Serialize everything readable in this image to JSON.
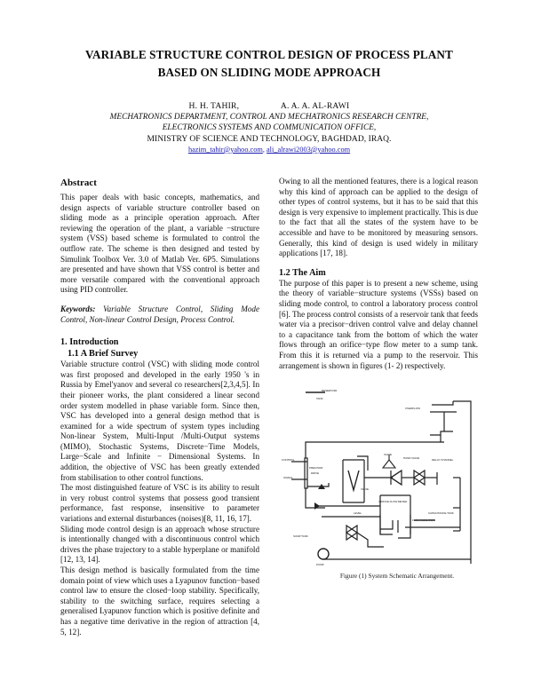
{
  "document": {
    "title": "VARIABLE STRUCTURE CONTROL DESIGN OF PROCESS PLANT BASED ON SLIDING MODE APPROACH",
    "authors_line": "H. H. TAHIR,",
    "authors_line_2": "A. A. A.  AL-RAWI",
    "affiliation_1": "MECHATRONICS DEPARTMENT, CONTROL AND MECHATRONICS RESEARCH CENTRE,",
    "affiliation_2": "ELECTRONICS SYSTEMS AND COMMUNICATION OFFICE,",
    "affiliation_3": "MINISTRY OF SCIENCE AND TECHNOLOGY, BAGHDAD, IRAQ.",
    "email_1": "hazim_tahir@yahoo.com",
    "email_sep": ", ",
    "email_2": "ali_alrawi2003@yahoo.com"
  },
  "left_column": {
    "abstract_heading": "Abstract",
    "abstract_body": "This paper deals with basic concepts, mathematics, and design aspects of variable structure controller based on sliding mode as a principle operation approach. After reviewing the operation of the plant, a variable −structure system (VSS) based scheme is formulated to control the outflow rate. The scheme is then designed and tested by Simulink Toolbox Ver. 3.0 of Matlab Ver. 6P5. Simulations are presented and have shown that VSS control is better and more versatile compared with the conventional approach using PID controller.",
    "keywords_label": "Keywords:",
    "keywords_body": " Variable Structure Control, Sliding Mode Control, Non-linear Control Design, Process Control.",
    "section_1_heading": "1. Introduction",
    "section_1_1_heading": "1.1  A Brief Survey",
    "section_1_1_p1": "Variable structure control (VSC) with sliding mode control was first proposed and developed in the early 1950 's in Russia by Emel'yanov and several co researchers[2,3,4,5]. In their pioneer works, the plant considered a linear second order system modelled in phase variable form. Since then, VSC has developed into a general design method that is examined for a wide spectrum of system types including Non-linear System, Multi-Input /Multi-Output systems (MIMO), Stochastic Systems, Discrete−Time Models, Large−Scale and Infinite − Dimensional Systems. In addition, the objective of VSC has been greatly extended from stabilisation to other control functions.",
    "section_1_1_p2": "The most distinguished feature of VSC is its ability to result in very robust control systems that possess good transient performance, fast response, insensitive to parameter variations and external disturbances (noises)[8, 11, 16, 17].",
    "section_1_1_p3": " Sliding mode control design is an approach whose structure is intentionally changed with a discontinuous control which drives the phase trajectory to a stable hyperplane or manifold [12, 13, 14].",
    "section_1_1_p4": "This design method is basically formulated from the time domain point of view which uses a Lyapunov function−based control law to ensure the closed−loop stability. Specifically, stability to the switching surface, requires selecting a generalised Lyapunov function which is positive definite and has a negative time derivative in the region of attraction [4, 5, 12]."
  },
  "right_column": {
    "p1": "Owing to all the mentioned features, there is a logical reason why this kind of approach can be applied to the design of other types of control systems, but it has to be said that this design is very expensive to implement practically. This is due to the fact that all the states of the system have to be accessible and have to be monitored by measuring sensors. Generally, this kind of design is used widely in military applications [17, 18].",
    "section_1_2_heading": "1.2 The Aim",
    "p2": " The purpose of this paper is to present a new scheme, using the theory of variable−structure systems (VSSs) based on sliding mode control, to control a laboratory process control [6]. The process control consists of a reservoir tank that feeds water via a precisor−driven control valve and delay channel to a capacitance tank from the bottom of which the water flows through an orifice−type flow meter to a sump tank. From this it is returned via a pump to the reservoir. This arrangement is shown in figures (1- 2) respectively.",
    "figure": {
      "caption": "Figure (1) System Schematic Arrangement.",
      "labels": [
        "RESERVOIR",
        "TANK",
        "OVERFLOW",
        "CONTROL",
        "SIGNAL",
        "PRECISOR",
        "DRIVE",
        "VALVE",
        "HAND VALVE",
        "DELAY CHANNEL",
        "ORIFICE FLOW METER",
        "CAPACITANCE TANK",
        "FLOW INDICATOR",
        "SUMP TANK",
        "PUMP",
        "LEVEL"
      ]
    }
  }
}
